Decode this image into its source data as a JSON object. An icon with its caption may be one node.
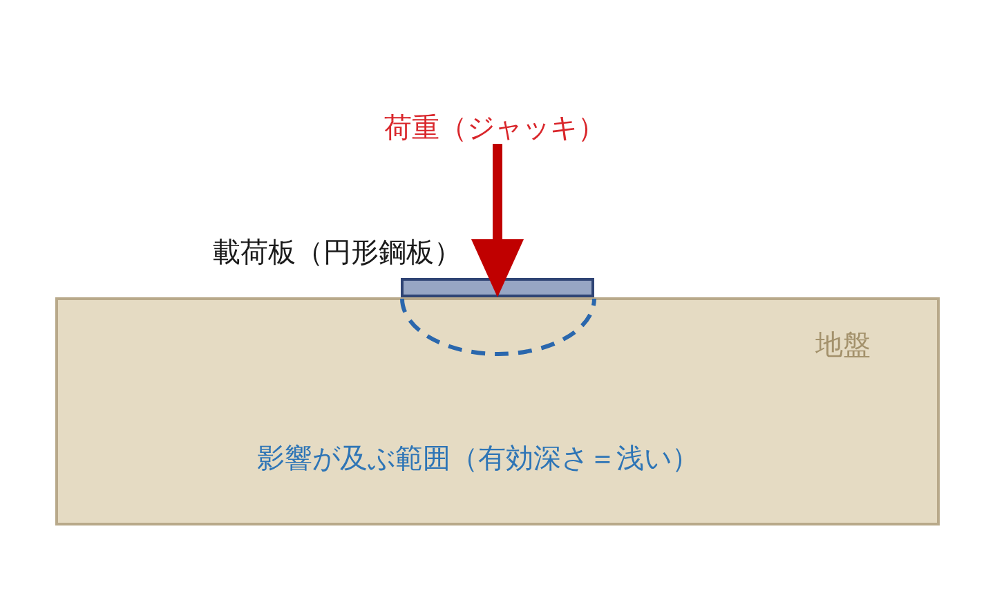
{
  "diagram": {
    "nodes": [
      {
        "text": [
          "荷重（ジャッキ）"
        ]
      },
      {
        "text": [
          "地盤"
        ]
      },
      {
        "text": [
          "載荷板（円形鋼板）"
        ]
      }
    ],
    "edges": [
      {
        "from": 0,
        "to": 2,
        "arrow": "to",
        "color": "#c00000"
      }
    ],
    "labels": [
      "影響が及ぶ範囲（有効深さ＝浅い）"
    ]
  }
}
